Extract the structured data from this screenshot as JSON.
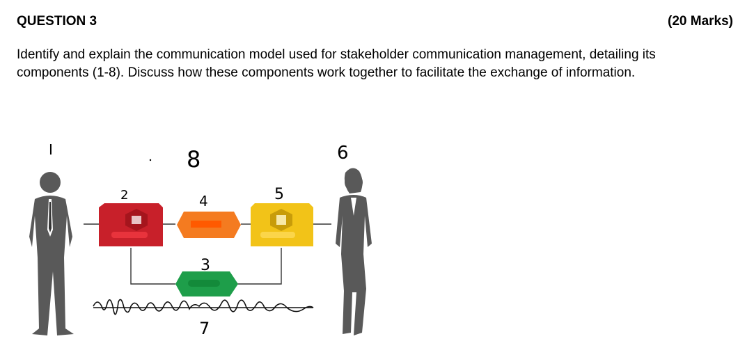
{
  "question": {
    "title": "QUESTION 3",
    "marks": "(20 Marks)",
    "body": "Identify and explain the communication model used for stakeholder communication management, detailing its components (1-8). Discuss how these components work together to facilitate the exchange of information."
  },
  "diagram": {
    "labels": {
      "one": "I",
      "two": "2",
      "three": "3",
      "four": "4",
      "five": "5",
      "six": "6",
      "seven": "7",
      "eight": "8"
    },
    "colors": {
      "encode": "#c8202a",
      "medium": "#f47b20",
      "decode": "#f2c318",
      "feedback": "#1e9e4a",
      "figure": "#595959"
    }
  }
}
